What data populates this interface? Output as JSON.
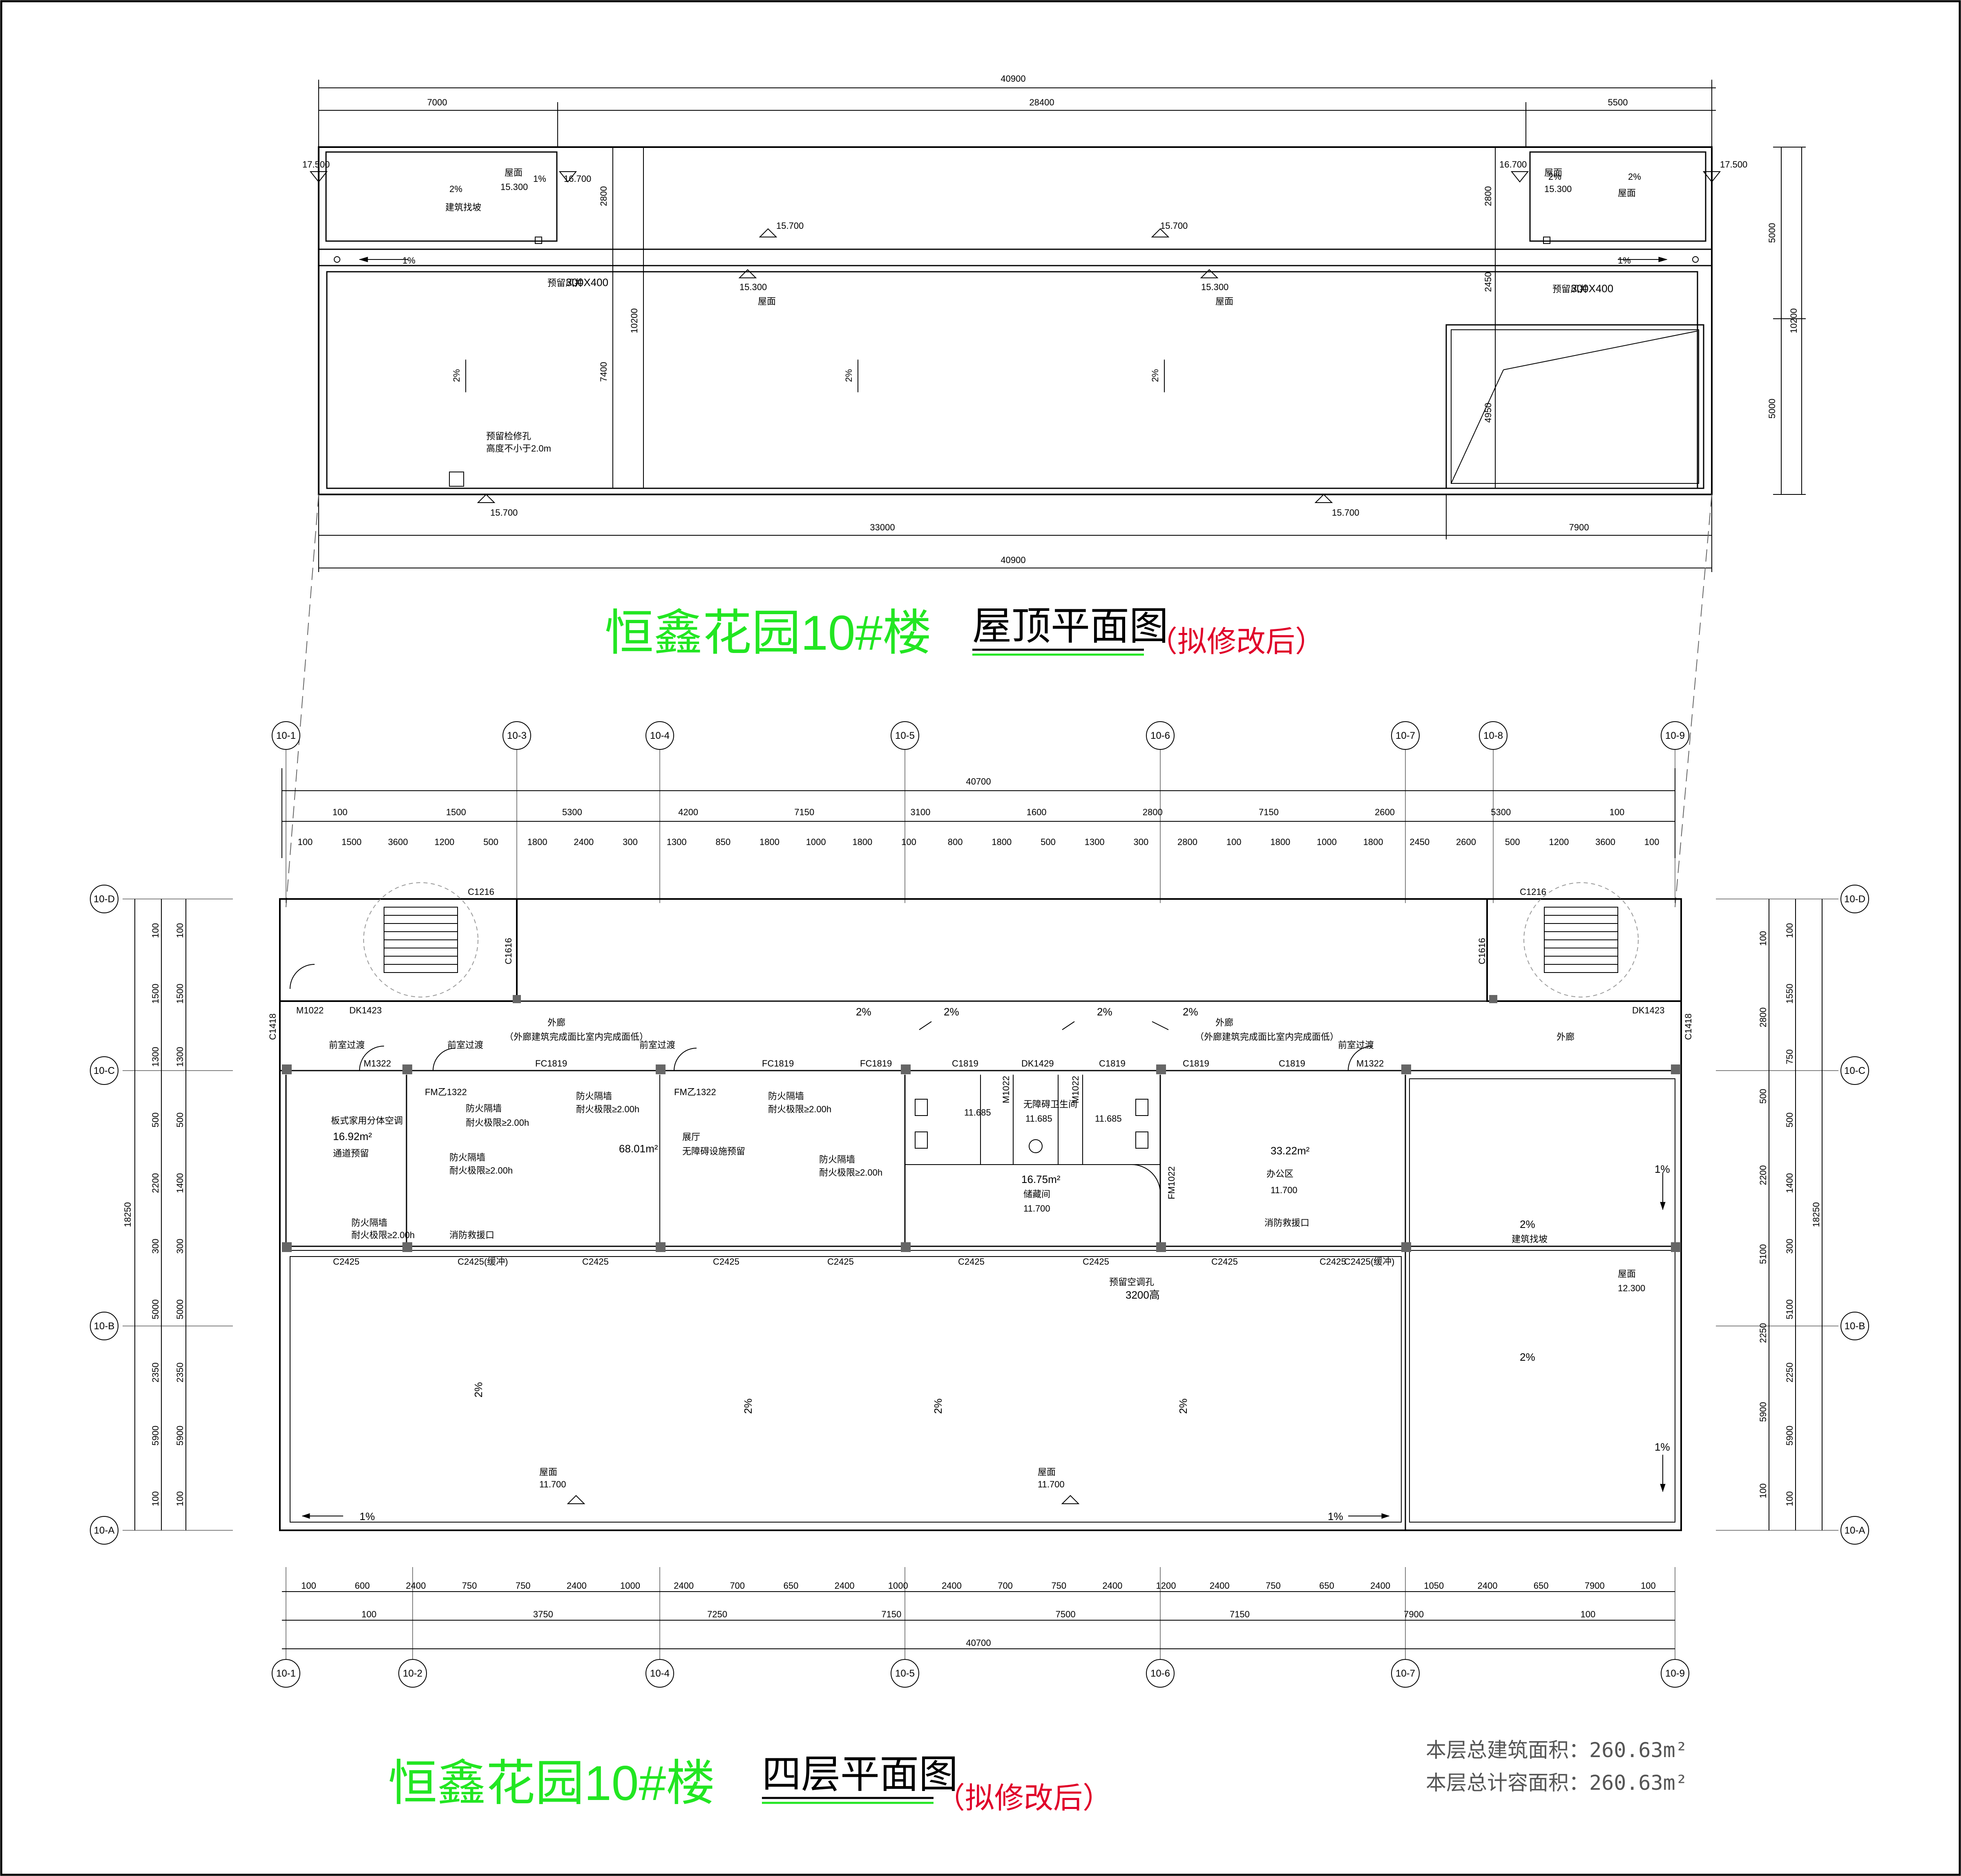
{
  "roof": {
    "title": "恒鑫花园10#楼",
    "subtitle": "屋顶平面图",
    "note": "（拟修改后）",
    "dims_top_total": "40900",
    "dims_top": [
      "7000",
      "28400",
      "5500"
    ],
    "dims_bottom": [
      "33000",
      "7900"
    ],
    "dims_bottom_total": "40900",
    "dims_right": [
      "5000",
      "5000"
    ],
    "dims_right_total": "10200",
    "dims_inner": [
      "2800",
      "2450",
      "7400",
      "10200",
      "4950",
      "2800"
    ],
    "elev": [
      "17.500",
      "16.700",
      "15.700",
      "15.700",
      "15.300",
      "15.300",
      "15.700",
      "15.700",
      "16.700",
      "17.500"
    ],
    "slopes": [
      "2%",
      "1%",
      "1%",
      "1%",
      "2%",
      "2%",
      "2%",
      "2%",
      "2%"
    ],
    "texts": [
      "屋面",
      "15.300",
      "建筑找坡",
      "屋面",
      "15.300",
      "屋面",
      "屋面",
      "屋面"
    ],
    "duct_label": "300X400",
    "duct_note": "预留风井",
    "sump_note": "预留检修孔",
    "sump_note2": "高度不小于2.0m"
  },
  "floor": {
    "title": "恒鑫花园10#楼",
    "subtitle": "四层平面图",
    "note": "（拟修改后）",
    "area1": "本层总建筑面积：260.63m²",
    "area2": "本层总计容面积：260.63m²",
    "grid_top": [
      "10-1",
      "10-3",
      "10-4",
      "10-5",
      "10-6",
      "10-7",
      "10-8",
      "10-9"
    ],
    "grid_bottom": [
      "10-1",
      "10-2",
      "10-4",
      "10-5",
      "10-6",
      "10-7",
      "10-9"
    ],
    "grid_left": [
      "10-D",
      "10-C",
      "10-B",
      "10-A"
    ],
    "grid_right": [
      "10-D",
      "10-C",
      "10-B",
      "10-A"
    ],
    "dims_top_total": "40700",
    "dims_top1": [
      "100",
      "1500",
      "5300",
      "4200",
      "7150",
      "3100",
      "1600",
      "2800",
      "7150",
      "2600",
      "5300",
      "100"
    ],
    "dims_top2": [
      "100",
      "1500",
      "3600",
      "1200",
      "500",
      "1800",
      "2400",
      "300",
      "1300",
      "850",
      "1800",
      "1000",
      "1800",
      "100",
      "800",
      "1800",
      "500",
      "1300",
      "300",
      "2800",
      "100",
      "1800",
      "1000",
      "1800",
      "2450",
      "2600",
      "500",
      "1200",
      "3600",
      "100"
    ],
    "dims_bot1": [
      "100",
      "600",
      "2400",
      "750",
      "750",
      "2400",
      "1000",
      "2400",
      "700",
      "650",
      "2400",
      "1000",
      "2400",
      "700",
      "750",
      "2400",
      "1200",
      "2400",
      "750",
      "650",
      "2400",
      "1050",
      "2400",
      "650",
      "7900",
      "100"
    ],
    "dims_bot2": [
      "100",
      "3750",
      "7250",
      "7150",
      "7500",
      "7150",
      "7900",
      "100"
    ],
    "dims_bot_total": "40700",
    "dims_left1": [
      "100",
      "1500",
      "1300",
      "500",
      "2200",
      "300",
      "5000",
      "2350",
      "5900",
      "100"
    ],
    "dims_left2": [
      "100",
      "1500",
      "1300",
      "500",
      "1400",
      "300",
      "5000",
      "2350",
      "5900",
      "100"
    ],
    "dims_left_total": "18250",
    "dims_right1": [
      "100",
      "2800",
      "500",
      "2200",
      "5100",
      "2250",
      "5900",
      "100"
    ],
    "dims_right2": [
      "100",
      "1550",
      "750",
      "500",
      "1400",
      "300",
      "5100",
      "2250",
      "5900",
      "100"
    ],
    "dims_right_total": "18250",
    "windows": [
      "C1216",
      "C1216",
      "C1616",
      "C1616",
      "C1418",
      "C1418",
      "FC1819",
      "FC1819",
      "FC1819",
      "C1819",
      "C1819",
      "C1819",
      "C1819",
      "C2425",
      "C2425(缓冲)",
      "C2425",
      "C2425",
      "C2425",
      "C2425",
      "C2425",
      "C2425",
      "C2425",
      "C2425(缓冲)"
    ],
    "doors": [
      "M1022",
      "DK1423",
      "DK1423",
      "M1322",
      "M1322",
      "FM乙1322",
      "FM乙1322",
      "DK1429",
      "M1022",
      "M1022",
      "FM1022"
    ],
    "rooms": [
      {
        "name": "板式家用分体空调",
        "area": "16.92m²",
        "extra": "通道预留"
      },
      {
        "name": "展厅",
        "area": "68.01m²",
        "extra": "无障碍设施预留"
      },
      {
        "name": "储藏间",
        "area": "16.75m²",
        "extra": "11.700"
      },
      {
        "name": "办公区",
        "area": "33.22m²",
        "extra": "11.700"
      },
      {
        "name": "无障碍卫生间",
        "area": "11.685",
        "extra": ""
      }
    ],
    "corridor": "外廊",
    "corridor_note": "（外廊建筑完成面比室内完成面低）",
    "fire_notes": [
      "防火隔墙",
      "耐火极限≥2.00h"
    ],
    "slopes": [
      "2%",
      "2%",
      "2%",
      "2%",
      "1%",
      "1%",
      "1%",
      "1%",
      "2%",
      "2%",
      "2%",
      "2%",
      "2%",
      "2%"
    ],
    "roof_notes": [
      "屋面",
      "11.700",
      "屋面",
      "11.700",
      "屋面",
      "12.300",
      "建筑找坡"
    ],
    "misc": [
      "前室过渡",
      "前室过渡",
      "前室过渡",
      "前室过渡",
      "消防救援口",
      "消防救援口",
      "预留空调孔",
      "3200高",
      "11.685",
      "11.685"
    ]
  }
}
